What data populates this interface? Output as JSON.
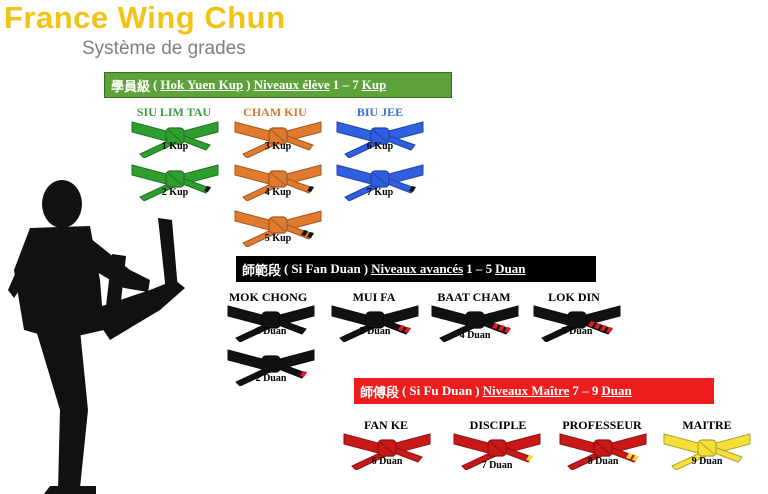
{
  "header": {
    "title": "France Wing Chun",
    "subtitle": "Système de grades"
  },
  "sections": [
    {
      "id": "eleve",
      "banner_cjk": "學員級",
      "banner_open": "(",
      "banner_name": "Hok Yuen Kup",
      "banner_close": ")",
      "banner_level": "Niveaux élève",
      "banner_range": "1 – 7",
      "banner_unit": "Kup",
      "color": "#5ea33a",
      "columns": [
        {
          "name": "SIU LIM TAU",
          "color": "#3aa03a"
        },
        {
          "name": "CHAM KIU",
          "color": "#e07a2e"
        },
        {
          "name": "BIU JEE",
          "color": "#3a6fd8"
        }
      ],
      "belts": [
        {
          "label": "1 Kup",
          "color": "#2e9e2e",
          "stripes": 0
        },
        {
          "label": "2 Kup",
          "color": "#2e9e2e",
          "stripes": 1
        },
        {
          "label": "3 Kup",
          "color": "#e07a2e",
          "stripes": 0
        },
        {
          "label": "4 Kup",
          "color": "#e07a2e",
          "stripes": 1
        },
        {
          "label": "5 Kup",
          "color": "#e07a2e",
          "stripes": 2
        },
        {
          "label": "6 Kup",
          "color": "#2f5fe0",
          "stripes": 0
        },
        {
          "label": "7 Kup",
          "color": "#2f5fe0",
          "stripes": 1
        }
      ]
    },
    {
      "id": "avances",
      "banner_cjk": "師範段",
      "banner_open": "(",
      "banner_name": "Si Fan Duan",
      "banner_close": ")",
      "banner_level": "Niveaux avancés",
      "banner_range": "1 – 5",
      "banner_unit": "Duan",
      "color": "#000000",
      "columns": [
        {
          "name": "MOK CHONG",
          "color": "#000000"
        },
        {
          "name": "MUI FA",
          "color": "#000000"
        },
        {
          "name": "BAAT CHAM",
          "color": "#000000"
        },
        {
          "name": "LOK DIN",
          "color": "#000000"
        }
      ],
      "belts": [
        {
          "label": "1 Duan",
          "color": "#111111",
          "stripes": 0,
          "stripe_color": "#e01b1b"
        },
        {
          "label": "2 Duan",
          "color": "#111111",
          "stripes": 1,
          "stripe_color": "#e01b1b"
        },
        {
          "label": "3 Duan",
          "color": "#111111",
          "stripes": 2,
          "stripe_color": "#e01b1b"
        },
        {
          "label": "4 Duan",
          "color": "#111111",
          "stripes": 3,
          "stripe_color": "#e01b1b"
        },
        {
          "label": "5 Duan",
          "color": "#111111",
          "stripes": 4,
          "stripe_color": "#e01b1b"
        }
      ]
    },
    {
      "id": "maitre",
      "banner_cjk": "師傅段",
      "banner_open": "(",
      "banner_name": "Si Fu Duan",
      "banner_close": ")",
      "banner_level": "Niveaux Maître",
      "banner_range": "7 – 9",
      "banner_unit": "Duan",
      "color": "#ee1c1c",
      "columns": [
        {
          "name": "FAN KE",
          "color": "#000000"
        },
        {
          "name": "DISCIPLE",
          "color": "#000000"
        },
        {
          "name": "PROFESSEUR",
          "color": "#000000"
        },
        {
          "name": "MAITRE",
          "color": "#000000"
        }
      ],
      "belts": [
        {
          "label": "6 Duan",
          "color": "#c81818",
          "stripes": 0,
          "stripe_color": "#f5e03a"
        },
        {
          "label": "7 Duan",
          "color": "#c81818",
          "stripes": 1,
          "stripe_color": "#f5e03a"
        },
        {
          "label": "8 Duan",
          "color": "#c81818",
          "stripes": 2,
          "stripe_color": "#f5e03a"
        },
        {
          "label": "9 Duan",
          "color": "#f5e03a",
          "stripes": 0,
          "stripe_color": "#f5e03a"
        }
      ]
    }
  ]
}
